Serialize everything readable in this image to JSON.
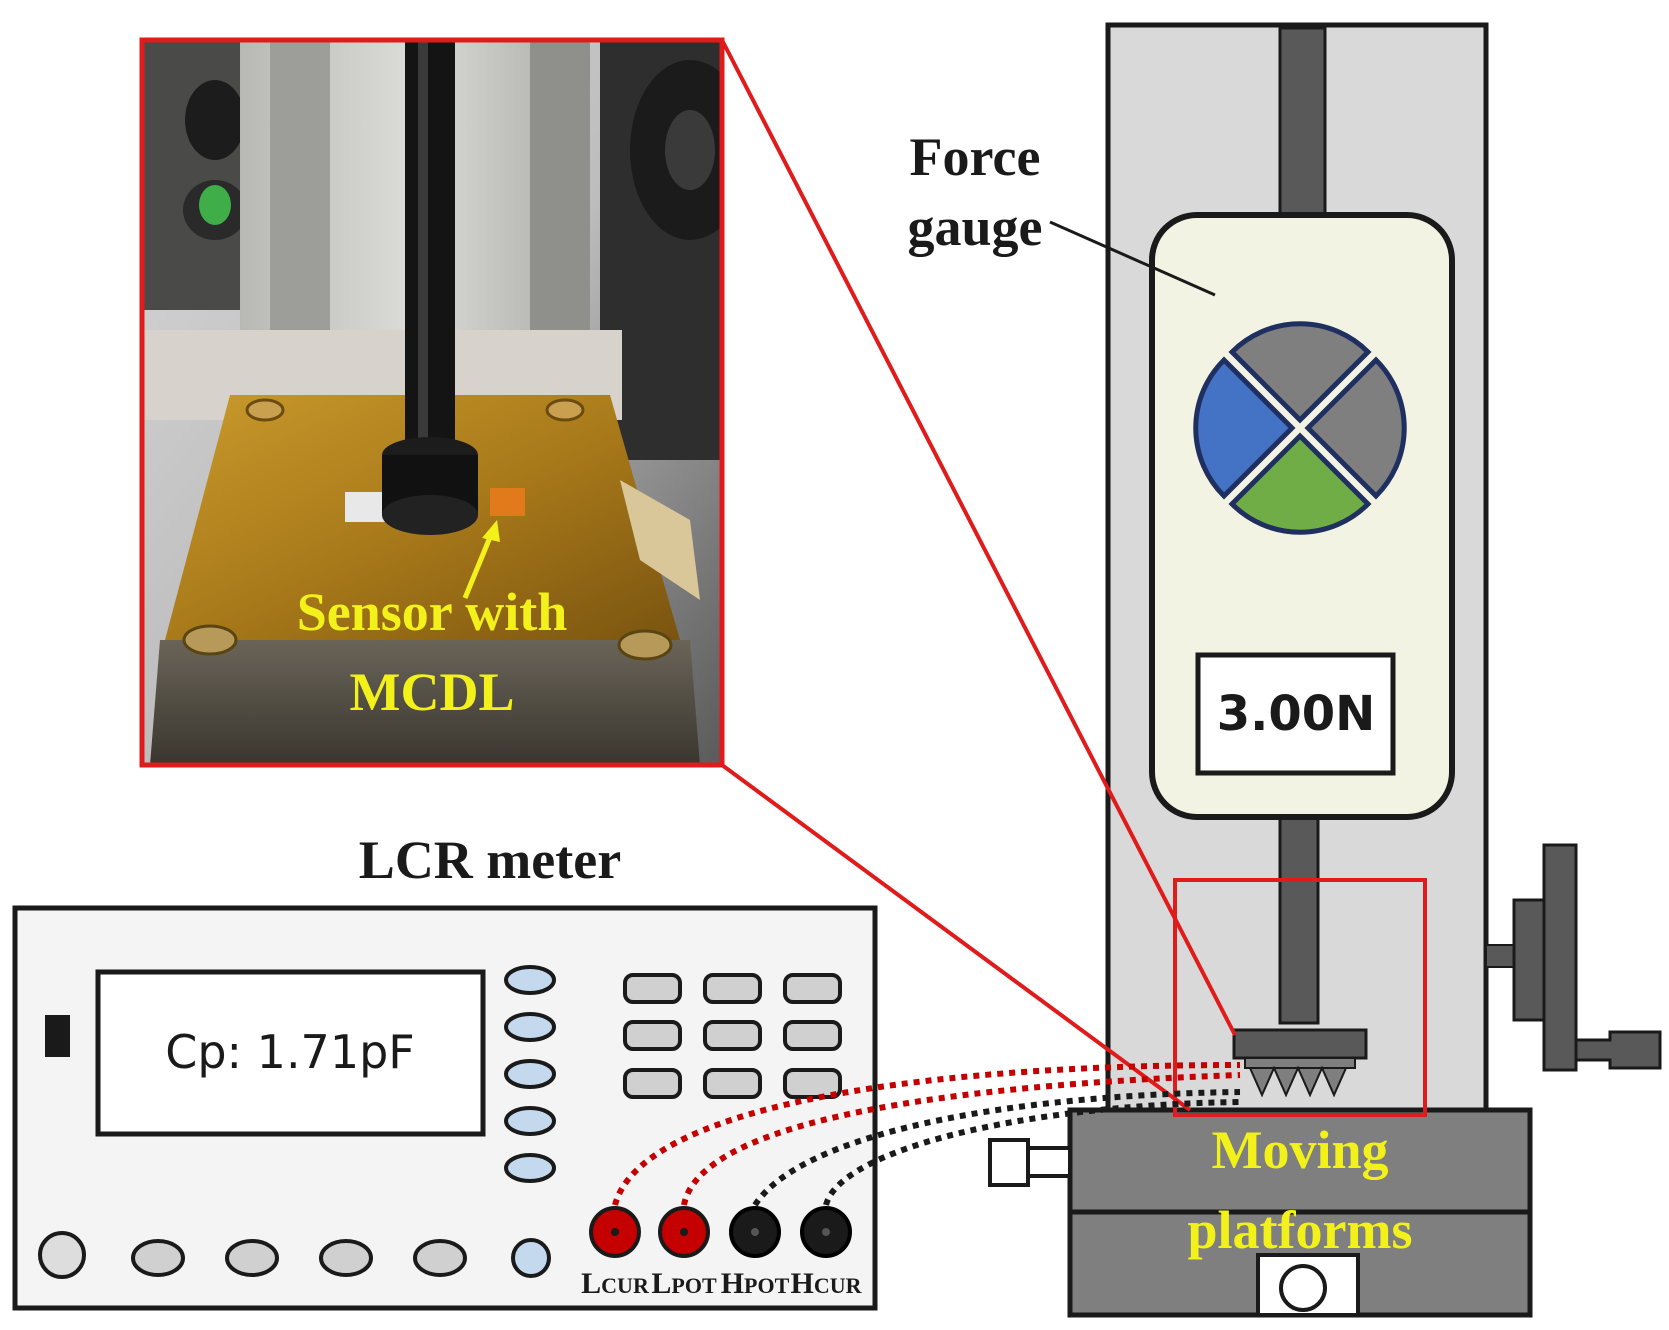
{
  "photo": {
    "caption_line1": "Sensor with",
    "caption_line2": "MCDL"
  },
  "force_gauge": {
    "label_line1": "Force",
    "label_line2": "gauge",
    "reading": "3.00N"
  },
  "lcr_meter": {
    "title": "LCR meter",
    "display": "Cp: 1.71pF",
    "terminals": [
      {
        "main": "L",
        "sub": "CUR",
        "color": "#c40000"
      },
      {
        "main": "L",
        "sub": "POT",
        "color": "#c40000"
      },
      {
        "main": "H",
        "sub": "POT",
        "color": "#1a1a1a"
      },
      {
        "main": "H",
        "sub": "CUR",
        "color": "#1a1a1a"
      }
    ]
  },
  "platform": {
    "label_line1": "Moving",
    "label_line2": "platforms"
  },
  "colors": {
    "highlight_red": "#e01b1b",
    "annotation_yellow": "#f2f21a",
    "gauge_face": "#f3f3e3",
    "stand_gray": "#d9d9d9",
    "logo_blue": "#4472c4",
    "logo_green": "#70ad47",
    "logo_gray": "#7f7f7f",
    "logo_outline": "#1f2f5f"
  }
}
